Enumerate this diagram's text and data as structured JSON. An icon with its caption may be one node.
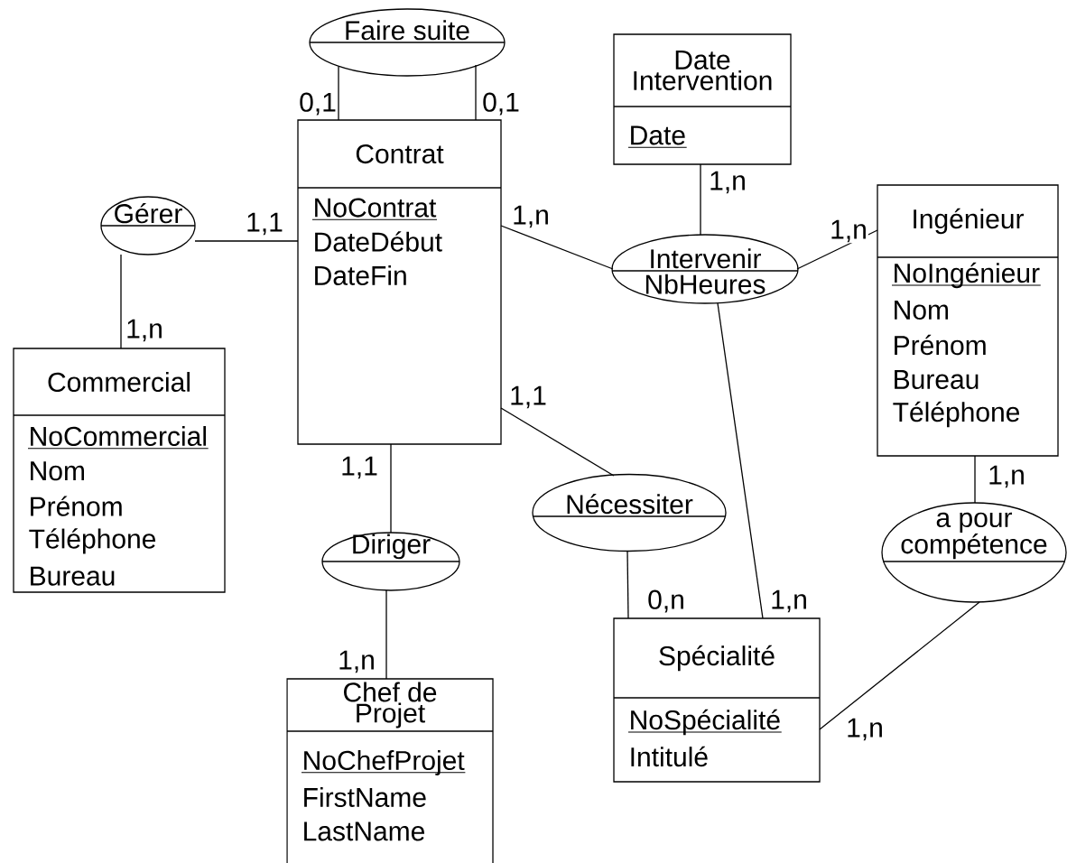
{
  "diagram": {
    "nodes": [
      {
        "text": [
          "Faire suite"
        ]
      },
      {
        "text": [
          "Date Intervention",
          "Date"
        ]
      },
      {
        "text": [
          "Contrat",
          "NoContrat",
          "DateDébut",
          "DateFin"
        ]
      },
      {
        "text": [
          "Gérer"
        ]
      },
      {
        "text": [
          "Ingénieur",
          "NoIngénieur",
          "Nom",
          "Prénom",
          "Bureau",
          "Téléphone"
        ]
      },
      {
        "text": [
          "Intervenir",
          "NbHeures"
        ]
      },
      {
        "text": [
          "Commercial",
          "NoCommercial",
          "Nom",
          "Prénom",
          "Téléphone",
          "Bureau"
        ]
      },
      {
        "text": [
          "Nécessiter"
        ]
      },
      {
        "text": [
          "Diriger"
        ]
      },
      {
        "text": [
          "a pour compétence"
        ]
      },
      {
        "text": [
          "Spécialité",
          "NoSpécialité",
          "Intitulé"
        ]
      },
      {
        "text": [
          "Chef de Projet",
          "NoChefProjet",
          "FirstName",
          "LastName"
        ]
      }
    ],
    "edges": [
      {
        "from": 0,
        "to": 2,
        "arrow": "none",
        "label": "0,1"
      },
      {
        "from": 0,
        "to": 2,
        "arrow": "none",
        "label": "0,1"
      },
      {
        "from": 3,
        "to": 2,
        "arrow": "none",
        "label": "1,1"
      },
      {
        "from": 3,
        "to": 6,
        "arrow": "none",
        "label": "1,n"
      },
      {
        "from": 5,
        "to": 2,
        "arrow": "none",
        "label": "1,n"
      },
      {
        "from": 5,
        "to": 1,
        "arrow": "none",
        "label": "1,n"
      },
      {
        "from": 5,
        "to": 4,
        "arrow": "none",
        "label": "1,n"
      },
      {
        "from": 5,
        "to": 10,
        "arrow": "none",
        "label": "1,n"
      },
      {
        "from": 7,
        "to": 2,
        "arrow": "none",
        "label": "1,1"
      },
      {
        "from": 7,
        "to": 10,
        "arrow": "none",
        "label": "0,n"
      },
      {
        "from": 8,
        "to": 2,
        "arrow": "none",
        "label": "1,1"
      },
      {
        "from": 8,
        "to": 11,
        "arrow": "none",
        "label": "1,n"
      },
      {
        "from": 9,
        "to": 4,
        "arrow": "none",
        "label": "1,n"
      },
      {
        "from": 9,
        "to": 10,
        "arrow": "none",
        "label": "1,n"
      }
    ]
  }
}
